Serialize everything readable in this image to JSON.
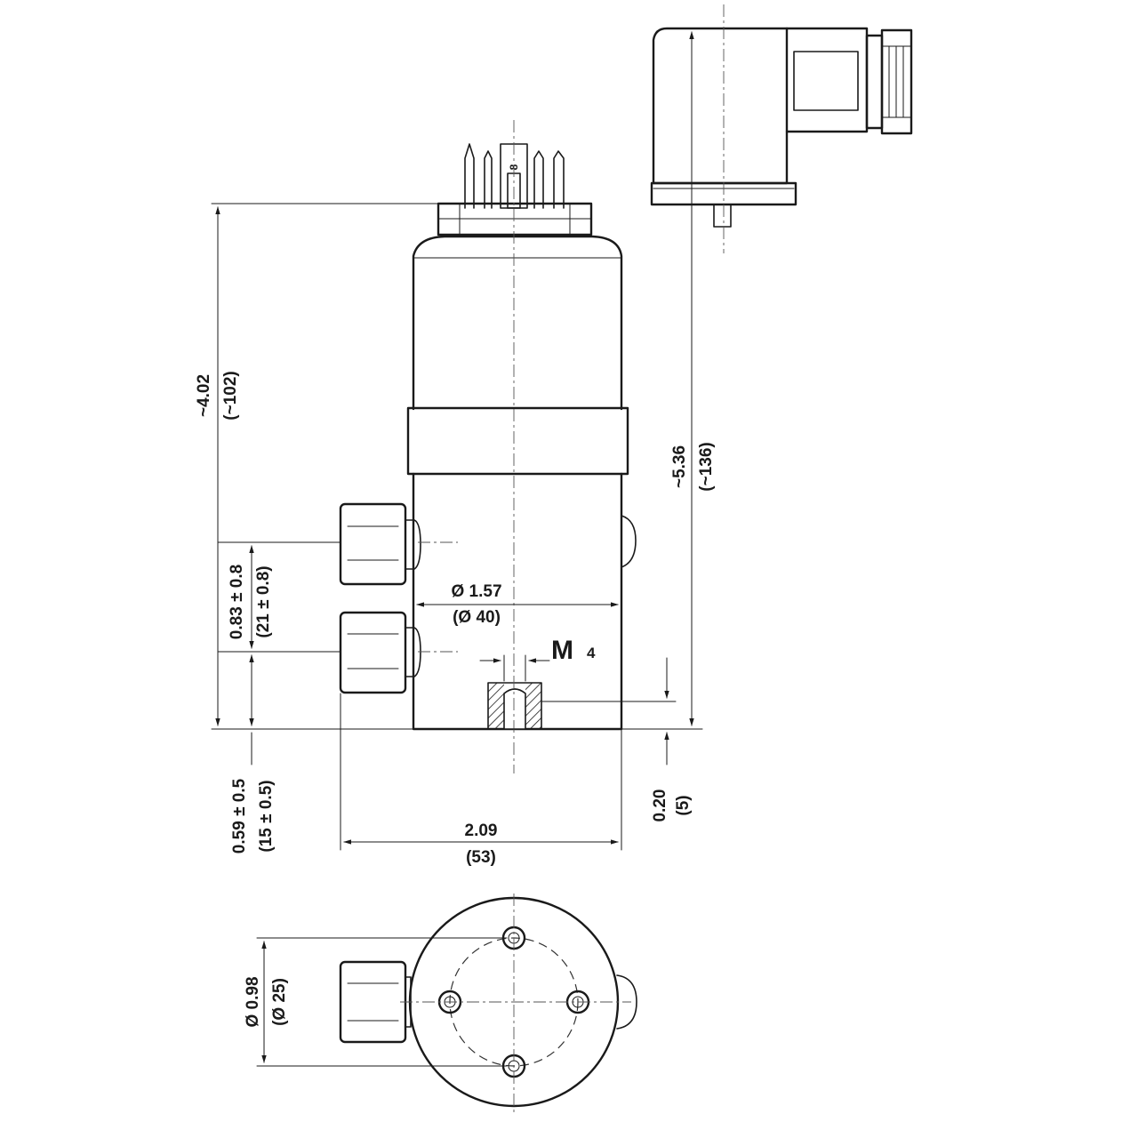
{
  "dimensions": {
    "overall_height": {
      "imperial": "~4.02",
      "metric": "(~102)"
    },
    "total_height": {
      "imperial": "~5.36",
      "metric": "(~136)"
    },
    "port_spacing": {
      "imperial": "0.83 ± 0.8",
      "metric": "(21 ± 0.8)"
    },
    "port_height": {
      "imperial": "0.59 ± 0.5",
      "metric": "(15 ± 0.5)"
    },
    "body_diameter": {
      "imperial": "Ø 1.57",
      "metric": "(Ø 40)"
    },
    "overall_width": {
      "imperial": "2.09",
      "metric": "(53)"
    },
    "thread_depth": {
      "imperial": "0.20",
      "metric": "(5)"
    },
    "bolt_circle": {
      "imperial": "Ø 0.98",
      "metric": "(Ø 25)"
    }
  },
  "thread": {
    "letter": "M",
    "size": "4"
  },
  "pin_mark": "8"
}
